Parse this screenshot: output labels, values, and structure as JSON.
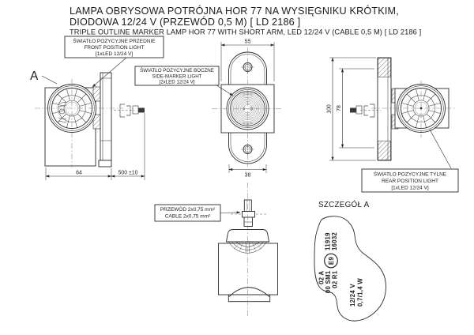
{
  "title": {
    "line1": "LAMPA OBRYSOWA POTRÓJNA HOR 77 NA WYSIĘGNIKU KRÓTKIM,",
    "line2": "DIODOWA 12/24 V (PRZEWÓD 0,5 M) [ LD 2186 ]",
    "line3": "TRIPLE OUTLINE MARKER LAMP HOR 77 WITH SHORT ARM, LED 12/24 V (CABLE 0,5 M) [ LD 2186 ]"
  },
  "callouts": {
    "front": {
      "line1": "ŚWIATŁO POZYCYJNE PRZEDNIE",
      "line2": "FRONT POSITION LIGHT",
      "line3": "[1xLED 12/24 V]"
    },
    "side": {
      "line1": "ŚWIATŁO POZYCYJNE BOCZNE",
      "line2": "SIDE-MARKER LIGHT",
      "line3": "[2xLED 12/24 V]"
    },
    "rear": {
      "line1": "ŚWIATŁO POZYCYJNE TYLNE",
      "line2": "REAR POSITION LIGHT",
      "line3": "[1xLED 12/24 V]"
    },
    "cable": {
      "line1": "PRZEWÓD 2x0,75 mm²",
      "line2": "CABLE 2x0,75 mm²"
    }
  },
  "dimensions": {
    "arm_length": "64",
    "cable_length": "500 ±10",
    "body_width": "55",
    "hole_spacing": "38",
    "bracket_height": "100",
    "hole_pitch": "78"
  },
  "view_a_label": "A",
  "detail": {
    "heading": "SZCZEGÓŁ A",
    "approval_numbers": [
      "11919",
      "16032"
    ],
    "e_mark": "E9",
    "codes": [
      "02 A",
      "00 SM1",
      "02 R1"
    ],
    "ratings": [
      "12/24 V",
      "0,7/1,4 W"
    ]
  },
  "colors": {
    "line": "#2b2b2b",
    "background": "#ffffff"
  }
}
